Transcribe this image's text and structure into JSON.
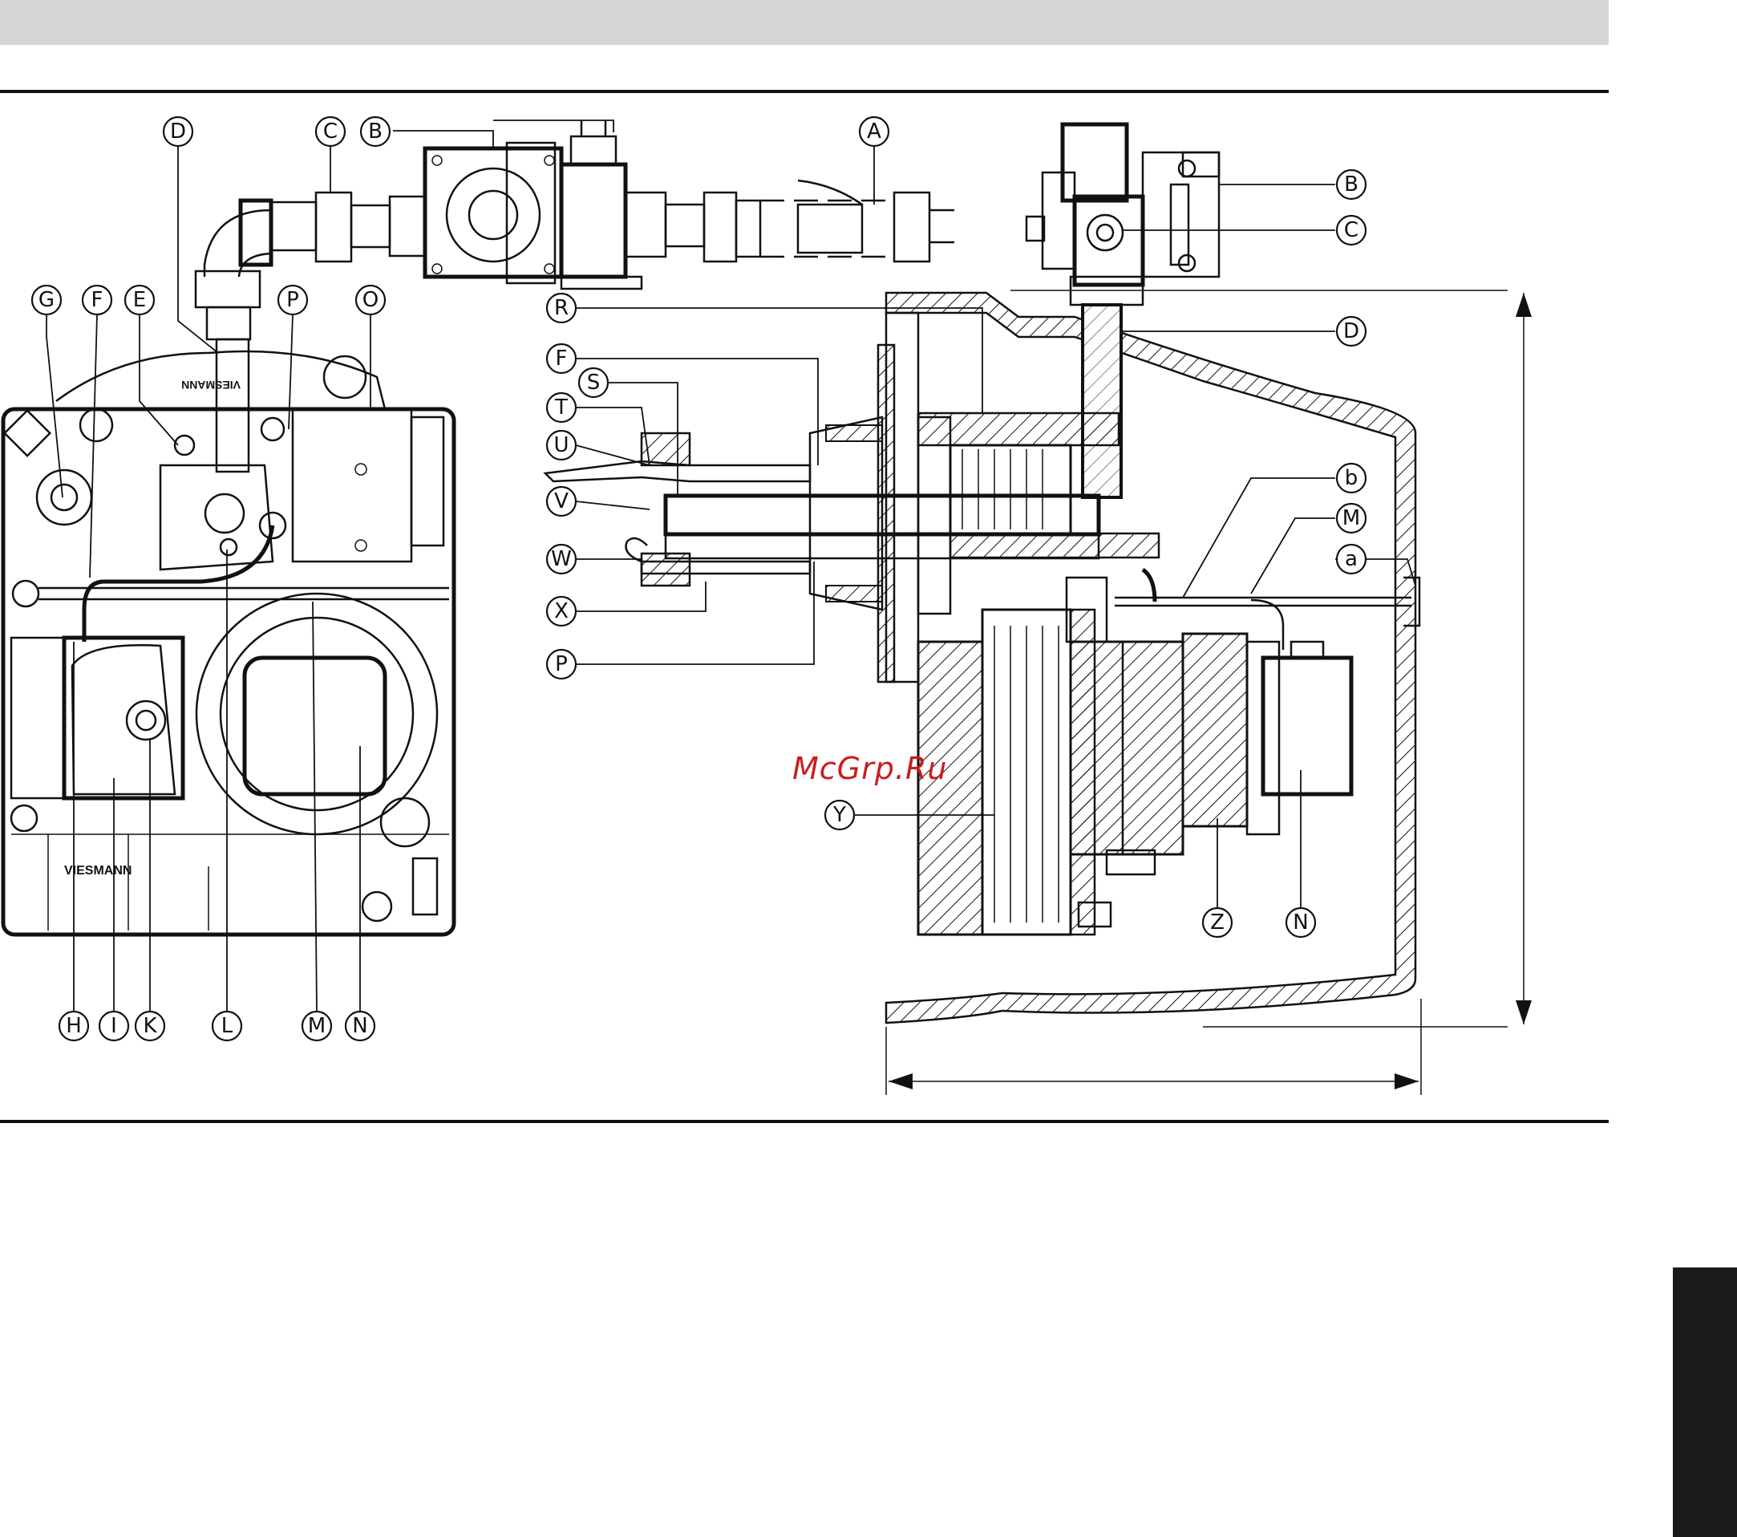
{
  "watermark": "McGrp.Ru",
  "panel_left": {
    "brand_top": "VIESMANN",
    "brand_bottom": "VIESMANN"
  },
  "callouts": [
    {
      "id": "cD1",
      "label": "D"
    },
    {
      "id": "cC1",
      "label": "C"
    },
    {
      "id": "cB1",
      "label": "B"
    },
    {
      "id": "cA1",
      "label": "A"
    },
    {
      "id": "cG",
      "label": "G"
    },
    {
      "id": "cF1",
      "label": "F"
    },
    {
      "id": "cE",
      "label": "E"
    },
    {
      "id": "cP1",
      "label": "P"
    },
    {
      "id": "cO",
      "label": "O"
    },
    {
      "id": "cH",
      "label": "H"
    },
    {
      "id": "cI",
      "label": "I"
    },
    {
      "id": "cK",
      "label": "K"
    },
    {
      "id": "cL",
      "label": "L"
    },
    {
      "id": "cM1",
      "label": "M"
    },
    {
      "id": "cN1",
      "label": "N"
    },
    {
      "id": "cR",
      "label": "R"
    },
    {
      "id": "cF2",
      "label": "F"
    },
    {
      "id": "cS",
      "label": "S"
    },
    {
      "id": "cT",
      "label": "T"
    },
    {
      "id": "cU",
      "label": "U"
    },
    {
      "id": "cV",
      "label": "V"
    },
    {
      "id": "cW",
      "label": "W"
    },
    {
      "id": "cX",
      "label": "X"
    },
    {
      "id": "cP2",
      "label": "P"
    },
    {
      "id": "cY",
      "label": "Y"
    },
    {
      "id": "cB2",
      "label": "B"
    },
    {
      "id": "cC2",
      "label": "C"
    },
    {
      "id": "cD2",
      "label": "D"
    },
    {
      "id": "cb",
      "label": "b"
    },
    {
      "id": "cM2",
      "label": "M"
    },
    {
      "id": "ca",
      "label": "a"
    },
    {
      "id": "cZ",
      "label": "Z"
    },
    {
      "id": "cN2",
      "label": "N"
    }
  ]
}
